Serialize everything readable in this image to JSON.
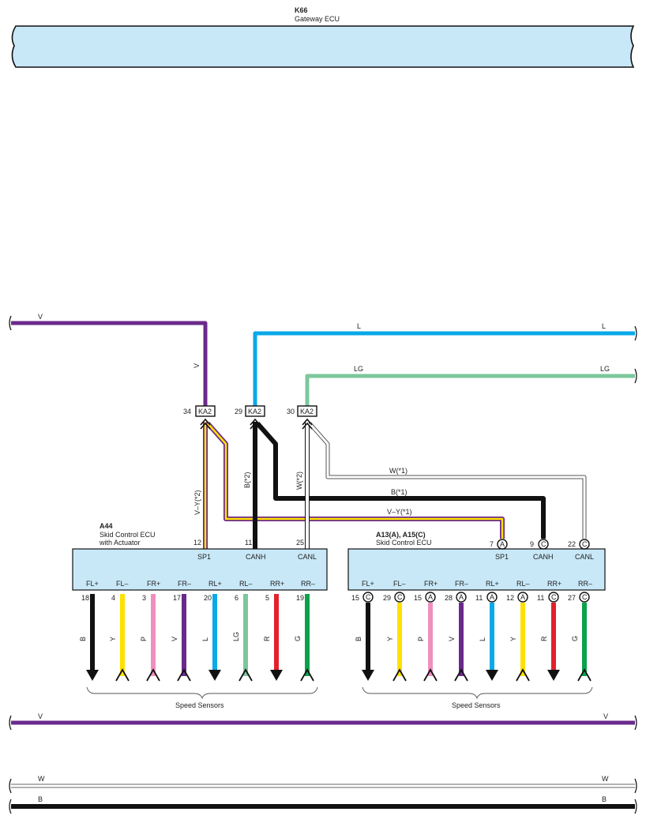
{
  "gateway": {
    "code": "K66",
    "name": "Gateway ECU"
  },
  "junctions": [
    {
      "pin": "34",
      "label": "KA2"
    },
    {
      "pin": "29",
      "label": "KA2"
    },
    {
      "pin": "30",
      "label": "KA2"
    }
  ],
  "wires_top": {
    "v_left": "V",
    "v_down": "V",
    "l_left": "L",
    "l_right": "L",
    "lg_left": "LG",
    "lg_right": "LG"
  },
  "ecu_left": {
    "code": "A44",
    "name": "Skid Control ECU",
    "name2": "with Actuator",
    "top_pins": [
      {
        "num": "12",
        "label": "SP1",
        "wire": "V–Y(*2)"
      },
      {
        "num": "11",
        "label": "CANH",
        "wire": "B(*2)"
      },
      {
        "num": "25",
        "label": "CANL",
        "wire": "W(*2)"
      }
    ],
    "bottom_pins": [
      {
        "label": "FL+",
        "num": "18",
        "wire": "B"
      },
      {
        "label": "FL–",
        "num": "4",
        "wire": "Y"
      },
      {
        "label": "FR+",
        "num": "3",
        "wire": "P"
      },
      {
        "label": "FR–",
        "num": "17",
        "wire": "V"
      },
      {
        "label": "RL+",
        "num": "20",
        "wire": "L"
      },
      {
        "label": "RL–",
        "num": "6",
        "wire": "LG"
      },
      {
        "label": "RR+",
        "num": "5",
        "wire": "R"
      },
      {
        "label": "RR–",
        "num": "19",
        "wire": "G"
      }
    ],
    "sensors": "Speed Sensors"
  },
  "ecu_right": {
    "code": "A13(A), A15(C)",
    "name": "Skid Control ECU",
    "top_pins": [
      {
        "num": "7",
        "conn": "A",
        "label": "SP1"
      },
      {
        "num": "9",
        "conn": "C",
        "label": "CANH"
      },
      {
        "num": "22",
        "conn": "C",
        "label": "CANL"
      }
    ],
    "bottom_pins": [
      {
        "label": "FL+",
        "num": "15",
        "conn": "C",
        "wire": "B"
      },
      {
        "label": "FL–",
        "num": "29",
        "conn": "C",
        "wire": "Y"
      },
      {
        "label": "FR+",
        "num": "15",
        "conn": "A",
        "wire": "P"
      },
      {
        "label": "FR–",
        "num": "28",
        "conn": "A",
        "wire": "V"
      },
      {
        "label": "RL+",
        "num": "11",
        "conn": "A",
        "wire": "L"
      },
      {
        "label": "RL–",
        "num": "12",
        "conn": "A",
        "wire": "Y"
      },
      {
        "label": "RR+",
        "num": "11",
        "conn": "C",
        "wire": "R"
      },
      {
        "label": "RR–",
        "num": "27",
        "conn": "C",
        "wire": "G"
      }
    ],
    "sensors": "Speed Sensors"
  },
  "cross_wires": {
    "w": "W(*1)",
    "b": "B(*1)",
    "vy": "V–Y(*1)"
  },
  "bus_lines": {
    "v_left": "V",
    "v_right": "V",
    "w_left": "W",
    "w_right": "W",
    "b_left": "B",
    "b_right": "B"
  },
  "colors": {
    "V": "#6a2a8c",
    "L": "#0aa9e8",
    "LG": "#7cc79c",
    "B": "#111111",
    "Y": "#ffe100",
    "P": "#ef8fbf",
    "R": "#e3212a",
    "G": "#0aa24b",
    "W": "#ffffff",
    "ecu_fill": "#c8e8f8"
  }
}
